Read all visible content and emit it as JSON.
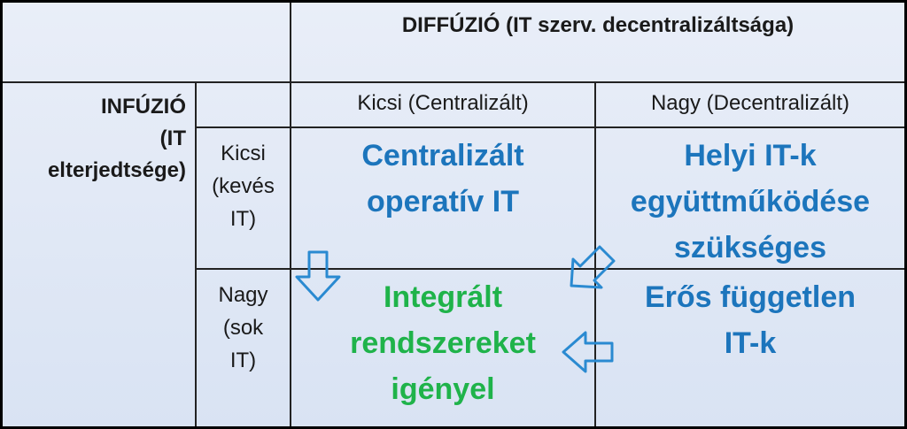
{
  "header": {
    "diffusion_title": "DIFFÚZIÓ (IT szerv. decentralizáltsága)",
    "infusion_line1": "INFÚZIÓ",
    "infusion_line2": "(IT",
    "infusion_line3": "elterjedtsége)"
  },
  "columns": {
    "small": "Kicsi (Centralizált)",
    "large": "Nagy (Decentralizált)"
  },
  "rows": {
    "small": [
      "Kicsi",
      "(kevés",
      "IT)"
    ],
    "large": [
      "Nagy",
      "(sok",
      "IT)"
    ]
  },
  "cells": {
    "small_small": [
      "Centralizált",
      "operatív IT"
    ],
    "small_large": [
      "Helyi IT-k",
      "együttműködése",
      "szükséges"
    ],
    "large_small": [
      "Integrált",
      "rendszereket",
      "igényel"
    ],
    "large_large": [
      "Erős független",
      "IT-k"
    ]
  },
  "colors": {
    "blue": "#1c75bc",
    "green": "#1fb34a",
    "arrow_stroke": "#2a8ad1"
  },
  "icons": [
    "down-arrow-icon",
    "diagonal-arrow-icon",
    "left-arrow-icon"
  ]
}
